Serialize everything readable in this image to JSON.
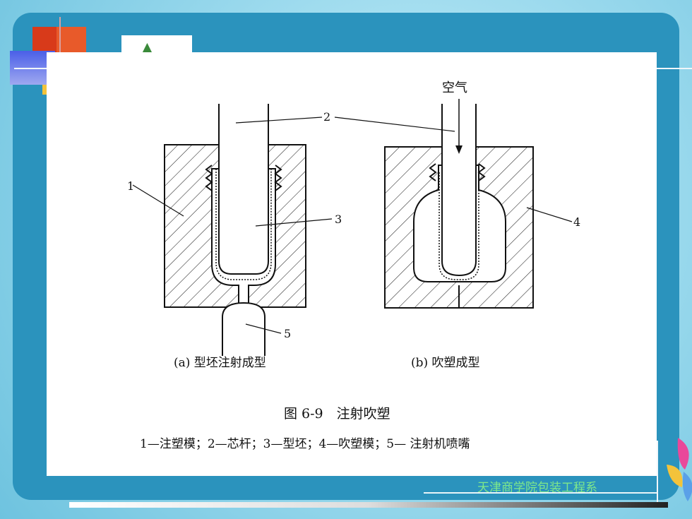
{
  "diagram": {
    "air_label": "空气",
    "callouts": {
      "c1": "1",
      "c2": "2",
      "c3": "3",
      "c4": "4",
      "c5": "5"
    },
    "caption_a": "(a) 型坯注射成型",
    "caption_b": "(b) 吹塑成型",
    "figure_title": "图 6-9　注射吹塑",
    "legend": "1—注塑模；2—芯杆；3—型坯；4—吹塑模；5— 注射机喷嘴"
  },
  "footer": {
    "text": "天津商学院包装工程系"
  },
  "colors": {
    "frame": "#2b93bd",
    "accent_red": "#d83a1a",
    "footer_text": "#7fe88a"
  }
}
